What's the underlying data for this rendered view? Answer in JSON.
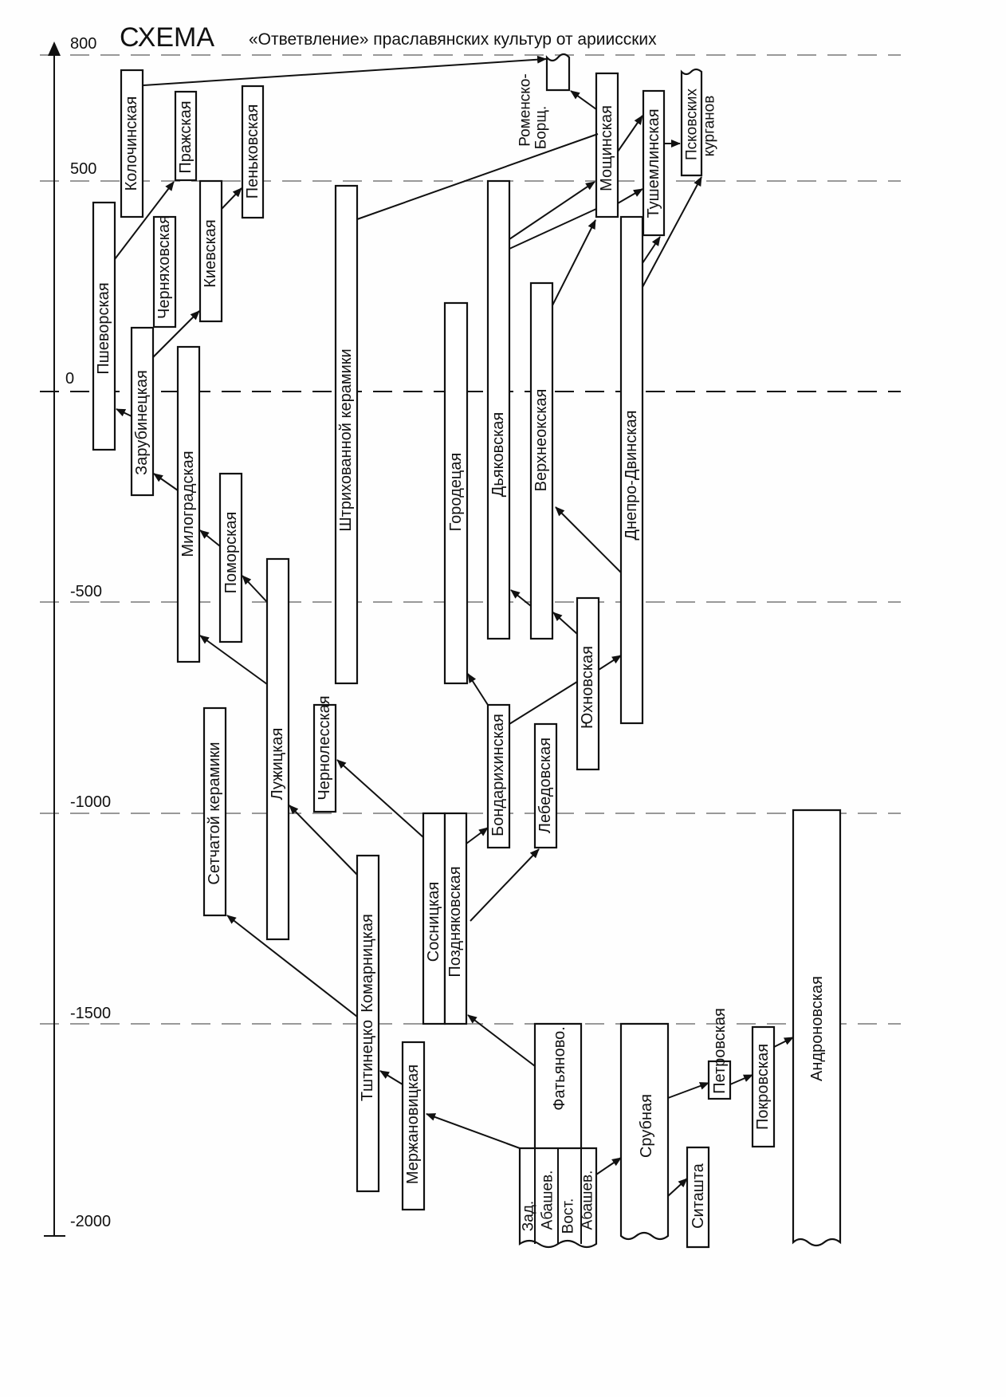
{
  "title": {
    "scheme": "СХЕМА",
    "subtitle": "«Ответвление» праславянских культур от ариисских"
  },
  "axis": {
    "ticks": [
      "800",
      "500",
      "0",
      "-500",
      "-1000",
      "-1500",
      "-2000"
    ]
  },
  "cultures": {
    "kolochin": "Колочинская",
    "prague": "Пражская",
    "penkov": "Пеньковская",
    "przeworsk": "Пшеворская",
    "chernyakhov": "Черняховская",
    "kiev": "Киевская",
    "zarubintsy": "Зарубинецкая",
    "milograd": "Милоградская",
    "pomor": "Поморская",
    "lusatian": "Лужицкая",
    "shtrikh": "Штрихованной керамики",
    "chernoles": "Чернолесская",
    "setchat": "Сетчатой керамики",
    "komarov": "Комарницкая",
    "trzciniec": "Тштинецко",
    "merzhan": "Мержановицкая",
    "sosnitsa": "Сосницкая",
    "pozdnyak": "Поздняковская",
    "bondarikha": "Бондарихинская",
    "lebedov": "Лебедовская",
    "gorodets": "Городецая",
    "dyakovo": "Дьяковская",
    "verkhneok": "Верхнеокская",
    "yukhnov": "Юхновская",
    "dnepro_dvina": "Днепро-Двинская",
    "moshchin": "Мощинская",
    "tushemlya": "Тушемлинская",
    "pskov_1": "Псковских",
    "pskov_2": "курганов",
    "romny_1": "Роменско-",
    "romny_2": "Борщ.",
    "fatyanovo": "Фатьяново.",
    "abash_w_1": "Зад.",
    "abash_w_2": "Абашев.",
    "abash_e_1": "Вост.",
    "abash_e_2": "Абашев.",
    "srubnaya": "Срубная",
    "petrovka": "Петровская",
    "pokrovka": "Покровская",
    "andronovo": "Андроновская",
    "sintashta": "Ситашта"
  }
}
